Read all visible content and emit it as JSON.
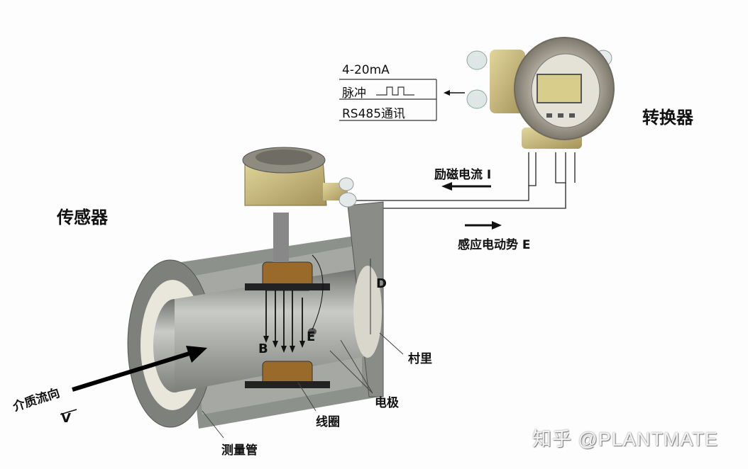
{
  "output_table": {
    "row1": "4-20mA",
    "row2": "脉冲",
    "row3": "RS485通讯"
  },
  "converter_label": "转换器",
  "sensor_label": "传感器",
  "excitation_current_label": "励磁电流 I",
  "induced_emf_label": "感应电动势 E",
  "diameter_label": "D",
  "magnetic_field_label": "B",
  "electrode_symbol_label": "E",
  "lining_label": "村里",
  "electrode_label": "电极",
  "coil_label": "线圈",
  "measuring_tube_label": "测量管",
  "flow_direction_label": "介质流向",
  "velocity_label": "V",
  "watermark": "知乎 @PLANTMATE",
  "colors": {
    "housing_brass": "#c9b977",
    "pipe_gray": "#8d918c",
    "lining_light": "#e9e6dc",
    "coil_copper": "#9a6a2a"
  }
}
